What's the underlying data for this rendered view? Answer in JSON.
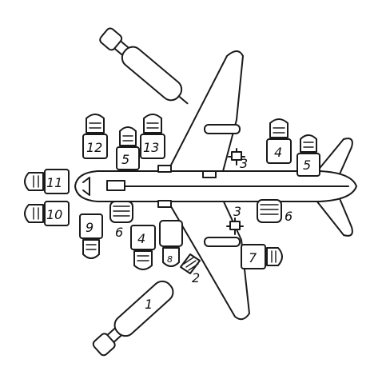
{
  "diagram": {
    "labels": {
      "fuel_truck_lower": "1",
      "boarding_steps": "2",
      "service_unit_upper": "3",
      "service_unit_lower": "3",
      "vehicle_4_right": "4",
      "vehicle_4_bottom": "4",
      "vehicle_5_left": "5",
      "vehicle_5_right": "5",
      "belt_loader_bottom": "6",
      "belt_loader_right": "6",
      "vehicle_7": "7",
      "vehicle_8": "8",
      "vehicle_9": "9",
      "vehicle_10": "10",
      "vehicle_11": "11",
      "vehicle_12": "12",
      "vehicle_13": "13"
    }
  }
}
